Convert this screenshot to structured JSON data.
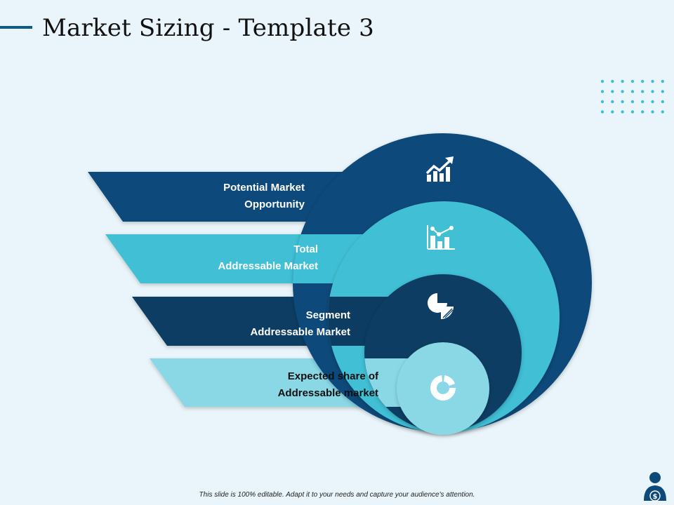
{
  "title": "Market Sizing - Template 3",
  "footer": "This slide is 100% editable. Adapt it to your needs and capture your audience's attention.",
  "colors": {
    "background": "#e9f5fa",
    "navy": "#0d4a7a",
    "cyan": "#3fbfd5",
    "deep_navy": "#0c3c62",
    "light_cyan": "#8ad8e6",
    "accent_bar": "#0d5a8c",
    "dots": "#3fbfd5"
  },
  "levels": [
    {
      "label": "Potential Market\nOpportunity",
      "icon": "growth-chart-icon"
    },
    {
      "label": "Total\nAddressable Market",
      "icon": "bar-chart-analytics-icon"
    },
    {
      "label": "Segment\nAddressable Market",
      "icon": "pie-chart-icon"
    },
    {
      "label": "Expected share of\nAddressable market",
      "icon": "donut-chart-icon"
    }
  ],
  "logo_icon": "businessman-dollar-icon"
}
